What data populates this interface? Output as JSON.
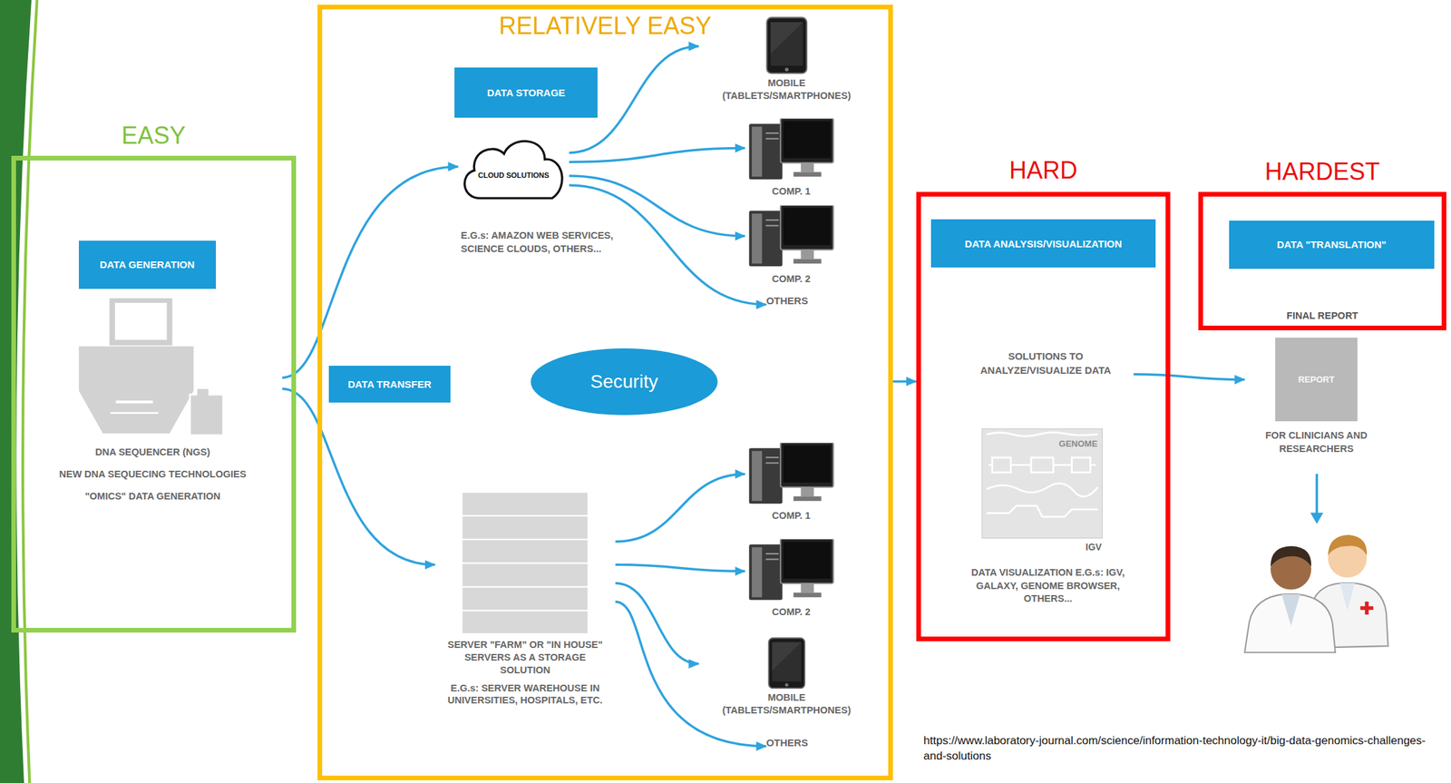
{
  "diagram": {
    "nodes": [
      {
        "text": [
          "EASY"
        ]
      },
      {
        "text": [
          "DATA GENERATION"
        ],
        "in": 0
      },
      {
        "text": [
          "DNA SEQUENCER (NGS)",
          "NEW DNA SEQUECING TECHNOLOGIES",
          "\"OMICS\" DATA GENERATION"
        ],
        "in": 0
      },
      {
        "text": [
          "RELATIVELY EASY"
        ]
      },
      {
        "text": [
          "DATA STORAGE"
        ],
        "in": 3
      },
      {
        "text": [
          "CLOUD SOLUTIONS"
        ],
        "in": 3
      },
      {
        "text": [
          "MOBILE (TABLETS/SMARTPHONES)"
        ],
        "in": 3
      },
      {
        "text": [
          "COMP. 1"
        ],
        "in": 3
      },
      {
        "text": [
          "COMP. 2"
        ],
        "in": 3
      },
      {
        "text": [
          "OTHERS"
        ],
        "in": 3
      },
      {
        "text": [
          "DATA TRANSFER"
        ],
        "in": 3
      },
      {
        "text": [
          "Security"
        ],
        "in": 3
      },
      {
        "text": [
          "SERVER \"FARM\" OR \"IN HOUSE\" SERVERS AS A STORAGE SOLUTION",
          "E.G.s: SERVER WAREHOUSE IN UNIVERSITIES, HOSPITALS, ETC."
        ],
        "in": 3
      },
      {
        "text": [
          "COMP. 1"
        ],
        "in": 3
      },
      {
        "text": [
          "COMP. 2"
        ],
        "in": 3
      },
      {
        "text": [
          "MOBILE (TABLETS/SMARTPHONES)"
        ],
        "in": 3
      },
      {
        "text": [
          "OTHERS"
        ],
        "in": 3
      },
      {
        "text": [
          "HARD"
        ]
      },
      {
        "text": [
          "DATA ANALYSIS/VISUALIZATION"
        ],
        "in": 17
      },
      {
        "text": [
          "SOLUTIONS TO ANALYZE/VISUALIZE DATA"
        ],
        "in": 17
      },
      {
        "text": [
          "GENOME",
          "IGV"
        ],
        "in": 17
      },
      {
        "text": [
          "HARDEST",
          "FINAL REPORT"
        ]
      },
      {
        "text": [
          "DATA \"TRANSLATION\""
        ],
        "in": 21
      },
      {
        "text": [
          "REPORT",
          "FOR CLINICIANS AND RESEARCHERS"
        ]
      }
    ],
    "edges": [
      {
        "from": 2,
        "to": 5,
        "arrow": "to"
      },
      {
        "from": 2,
        "to": 12,
        "arrow": "to"
      },
      {
        "from": 5,
        "to": 6,
        "arrow": "to"
      },
      {
        "from": 5,
        "to": 7,
        "arrow": "to"
      },
      {
        "from": 5,
        "to": 8,
        "arrow": "to"
      },
      {
        "from": 5,
        "to": 9,
        "arrow": "to"
      },
      {
        "from": 12,
        "to": 13,
        "arrow": "to"
      },
      {
        "from": 12,
        "to": 14,
        "arrow": "to"
      },
      {
        "from": 12,
        "to": 15,
        "arrow": "to"
      },
      {
        "from": 12,
        "to": 16,
        "arrow": "to"
      },
      {
        "from": 3,
        "to": 17,
        "arrow": "to"
      },
      {
        "from": 19,
        "to": 23,
        "arrow": "to"
      }
    ],
    "labels": [
      "E.G.s: AMAZON WEB SERVICES, SCIENCE CLOUDS, OTHERS...",
      "DATA VISUALIZATION E.G.s: IGV, GALAXY, GENOME BROWSER, OTHERS...",
      "https://www.laboratory-journal.com/science/information-technology-it/big-data-genomics-challenges-and-solutions"
    ]
  }
}
